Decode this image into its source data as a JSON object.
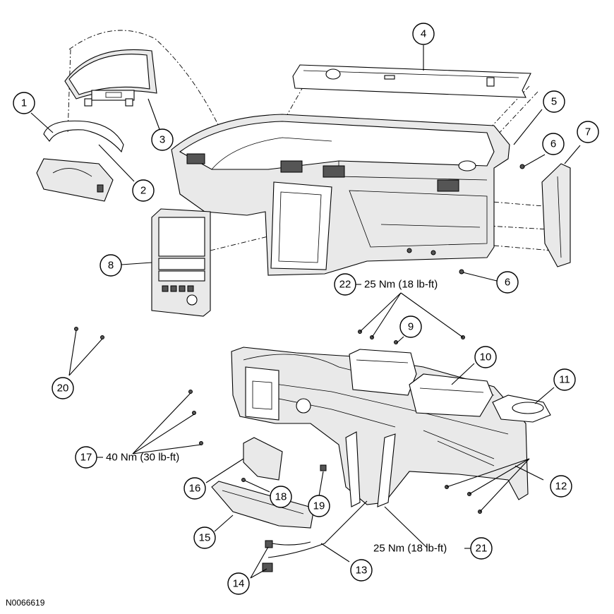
{
  "figure_id": "N0066619",
  "callouts": {
    "c1": "1",
    "c2": "2",
    "c3": "3",
    "c4": "4",
    "c5": "5",
    "c6a": "6",
    "c6b": "6",
    "c7": "7",
    "c8": "8",
    "c9": "9",
    "c10": "10",
    "c11": "11",
    "c12": "12",
    "c13": "13",
    "c14": "14",
    "c15": "15",
    "c16": "16",
    "c17": "17",
    "c18": "18",
    "c19": "19",
    "c20": "20",
    "c21": "21",
    "c22": "22"
  },
  "torque_specs": {
    "t22": "25 Nm (18 lb-ft)",
    "t17": "40 Nm (30 lb-ft)",
    "t21": "25 Nm (18 lb-ft)"
  }
}
